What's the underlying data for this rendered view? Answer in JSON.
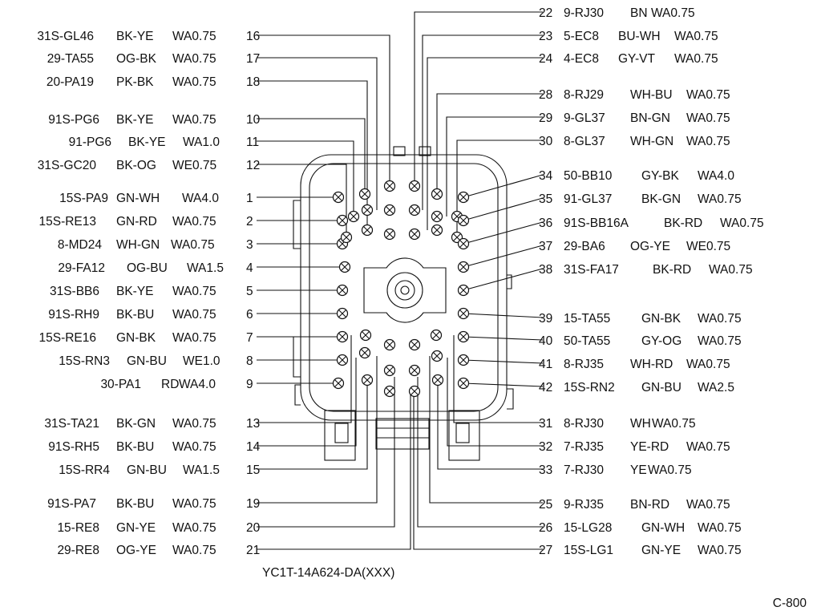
{
  "connector_part_number": "YC1T-14A624-DA(XXX)",
  "diagram_reference": "C-800",
  "left_pins": [
    {
      "pin": "16",
      "circuit": "31S-GL46",
      "color": "BK-YE",
      "wire": "WA0.75"
    },
    {
      "pin": "17",
      "circuit": "29-TA55",
      "color": "OG-BK",
      "wire": "WA0.75"
    },
    {
      "pin": "18",
      "circuit": "20-PA19",
      "color": "PK-BK",
      "wire": "WA0.75"
    },
    {
      "pin": "10",
      "circuit": "91S-PG6",
      "color": "BK-YE",
      "wire": "WA0.75"
    },
    {
      "pin": "11",
      "circuit": "91-PG6",
      "color": "BK-YE",
      "wire": "WA1.0"
    },
    {
      "pin": "12",
      "circuit": "31S-GC20",
      "color": "BK-OG",
      "wire": "WE0.75"
    },
    {
      "pin": "1",
      "circuit": "15S-PA9",
      "color": "GN-WH",
      "wire": "WA4.0"
    },
    {
      "pin": "2",
      "circuit": "15S-RE13",
      "color": "GN-RD",
      "wire": "WA0.75"
    },
    {
      "pin": "3",
      "circuit": "8-MD24",
      "color": "WH-GN",
      "wire": "WA0.75"
    },
    {
      "pin": "4",
      "circuit": "29-FA12",
      "color": "OG-BU",
      "wire": "WA1.5"
    },
    {
      "pin": "5",
      "circuit": "31S-BB6",
      "color": "BK-YE",
      "wire": "WA0.75"
    },
    {
      "pin": "6",
      "circuit": "91S-RH9",
      "color": "BK-BU",
      "wire": "WA0.75"
    },
    {
      "pin": "7",
      "circuit": "15S-RE16",
      "color": "GN-BK",
      "wire": "WA0.75"
    },
    {
      "pin": "8",
      "circuit": "15S-RN3",
      "color": "GN-BU",
      "wire": "WE1.0"
    },
    {
      "pin": "9",
      "circuit": "30-PA1",
      "color": "RD",
      "wire": "WA4.0"
    },
    {
      "pin": "13",
      "circuit": "31S-TA21",
      "color": "BK-GN",
      "wire": "WA0.75"
    },
    {
      "pin": "14",
      "circuit": "91S-RH5",
      "color": "BK-BU",
      "wire": "WA0.75"
    },
    {
      "pin": "15",
      "circuit": "15S-RR4",
      "color": "GN-BU",
      "wire": "WA1.5"
    },
    {
      "pin": "19",
      "circuit": "91S-PA7",
      "color": "BK-BU",
      "wire": "WA0.75"
    },
    {
      "pin": "20",
      "circuit": "15-RE8",
      "color": "GN-YE",
      "wire": "WA0.75"
    },
    {
      "pin": "21",
      "circuit": "29-RE8",
      "color": "OG-YE",
      "wire": "WA0.75"
    }
  ],
  "right_pins": [
    {
      "pin": "22",
      "circuit": "9-RJ30",
      "color": "BN",
      "wire": "WA0.75"
    },
    {
      "pin": "23",
      "circuit": "5-EC8",
      "color": "BU-WH",
      "wire": "WA0.75"
    },
    {
      "pin": "24",
      "circuit": "4-EC8",
      "color": "GY-VT",
      "wire": "WA0.75"
    },
    {
      "pin": "28",
      "circuit": "8-RJ29",
      "color": "WH-BU",
      "wire": "WA0.75"
    },
    {
      "pin": "29",
      "circuit": "9-GL37",
      "color": "BN-GN",
      "wire": "WA0.75"
    },
    {
      "pin": "30",
      "circuit": "8-GL37",
      "color": "WH-GN",
      "wire": "WA0.75"
    },
    {
      "pin": "34",
      "circuit": "50-BB10",
      "color": "GY-BK",
      "wire": "WA4.0"
    },
    {
      "pin": "35",
      "circuit": "91-GL37",
      "color": "BK-GN",
      "wire": "WA0.75"
    },
    {
      "pin": "36",
      "circuit": "91S-BB16A",
      "color": "BK-RD",
      "wire": "WA0.75"
    },
    {
      "pin": "37",
      "circuit": "29-BA6",
      "color": "OG-YE",
      "wire": "WE0.75"
    },
    {
      "pin": "38",
      "circuit": "31S-FA17",
      "color": "BK-RD",
      "wire": "WA0.75"
    },
    {
      "pin": "39",
      "circuit": "15-TA55",
      "color": "GN-BK",
      "wire": "WA0.75"
    },
    {
      "pin": "40",
      "circuit": "50-TA55",
      "color": "GY-OG",
      "wire": "WA0.75"
    },
    {
      "pin": "41",
      "circuit": "8-RJ35",
      "color": "WH-RD",
      "wire": "WA0.75"
    },
    {
      "pin": "42",
      "circuit": "15S-RN2",
      "color": "GN-BU",
      "wire": "WA2.5"
    },
    {
      "pin": "31",
      "circuit": "8-RJ30",
      "color": "WH",
      "wire": "WA0.75"
    },
    {
      "pin": "32",
      "circuit": "7-RJ35",
      "color": "YE-RD",
      "wire": "WA0.75"
    },
    {
      "pin": "33",
      "circuit": "7-RJ30",
      "color": "YE",
      "wire": "WA0.75"
    },
    {
      "pin": "25",
      "circuit": "9-RJ35",
      "color": "BN-RD",
      "wire": "WA0.75"
    },
    {
      "pin": "26",
      "circuit": "15-LG28",
      "color": "GN-WH",
      "wire": "WA0.75"
    },
    {
      "pin": "27",
      "circuit": "15S-LG1",
      "color": "GN-YE",
      "wire": "WA0.75"
    }
  ]
}
